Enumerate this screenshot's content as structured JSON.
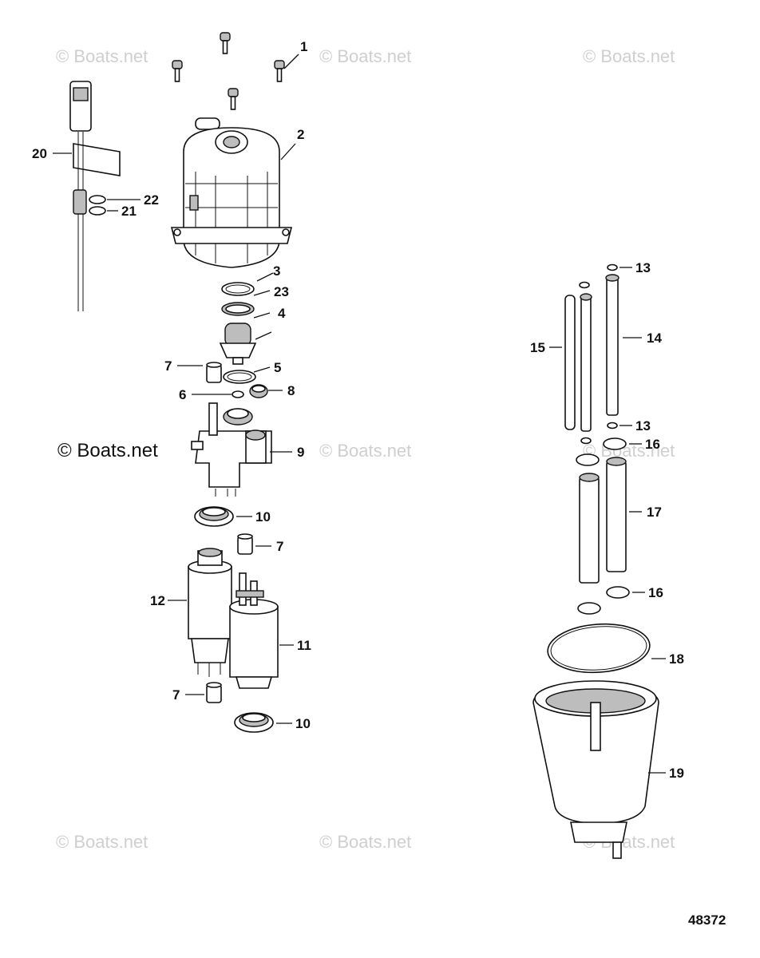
{
  "watermark": "© Boats.net",
  "figure_number": "48372",
  "callouts": [
    "1",
    "2",
    "3",
    "23",
    "4",
    "5",
    "7",
    "6",
    "8",
    "9",
    "10",
    "7",
    "12",
    "11",
    "7",
    "10",
    "20",
    "22",
    "21",
    "13",
    "15",
    "14",
    "13",
    "16",
    "17",
    "16",
    "18",
    "19"
  ]
}
